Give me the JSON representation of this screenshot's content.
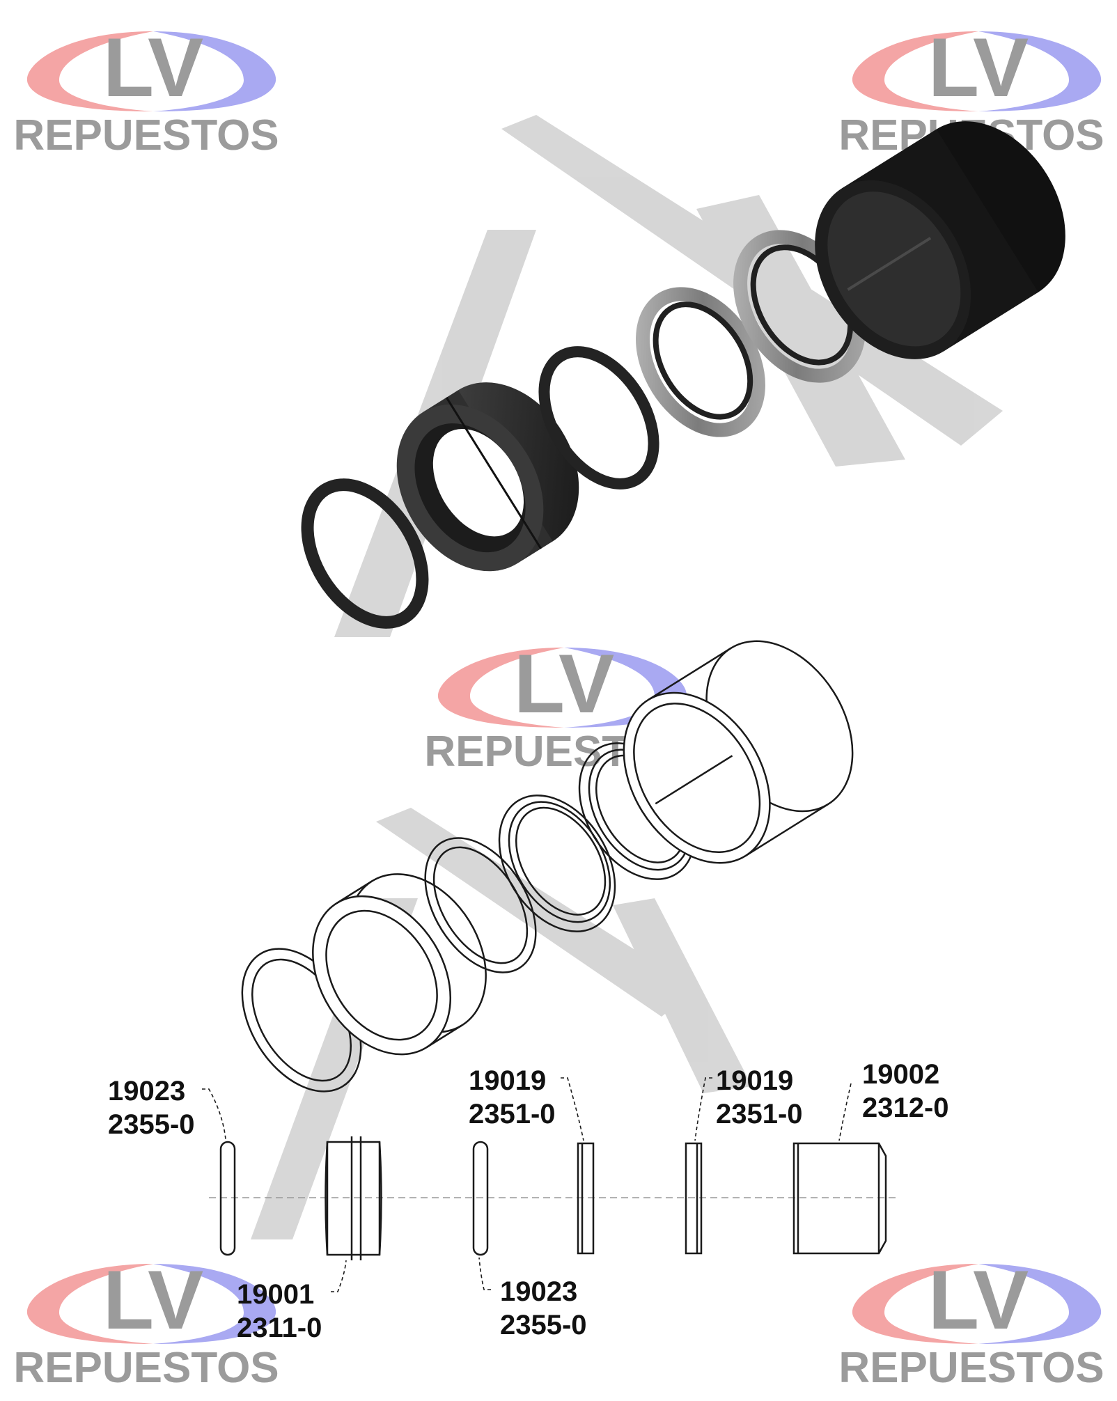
{
  "watermark": {
    "logo_top": "LV",
    "logo_bottom": "REPUESTOS",
    "colors": {
      "text": "#9b9b9b",
      "arc_left": "#f4a5a5",
      "arc_right": "#a9a9f2",
      "big_mark": "#cfcfcf"
    }
  },
  "part_labels": [
    {
      "id": "oring-left",
      "code": "19023",
      "ref": "2355-0"
    },
    {
      "id": "bushing-center",
      "code": "19001",
      "ref": "2311-0"
    },
    {
      "id": "oring-mid",
      "code": "19023",
      "ref": "2355-0"
    },
    {
      "id": "seal-ring-1",
      "code": "19019",
      "ref": "2351-0"
    },
    {
      "id": "seal-ring-2",
      "code": "19019",
      "ref": "2351-0"
    },
    {
      "id": "outer-sleeve",
      "code": "19002",
      "ref": "2312-0"
    }
  ],
  "colors": {
    "rubber": "#2b2b2b",
    "metal": "#8e8e8e",
    "line": "#1a1a1a"
  }
}
